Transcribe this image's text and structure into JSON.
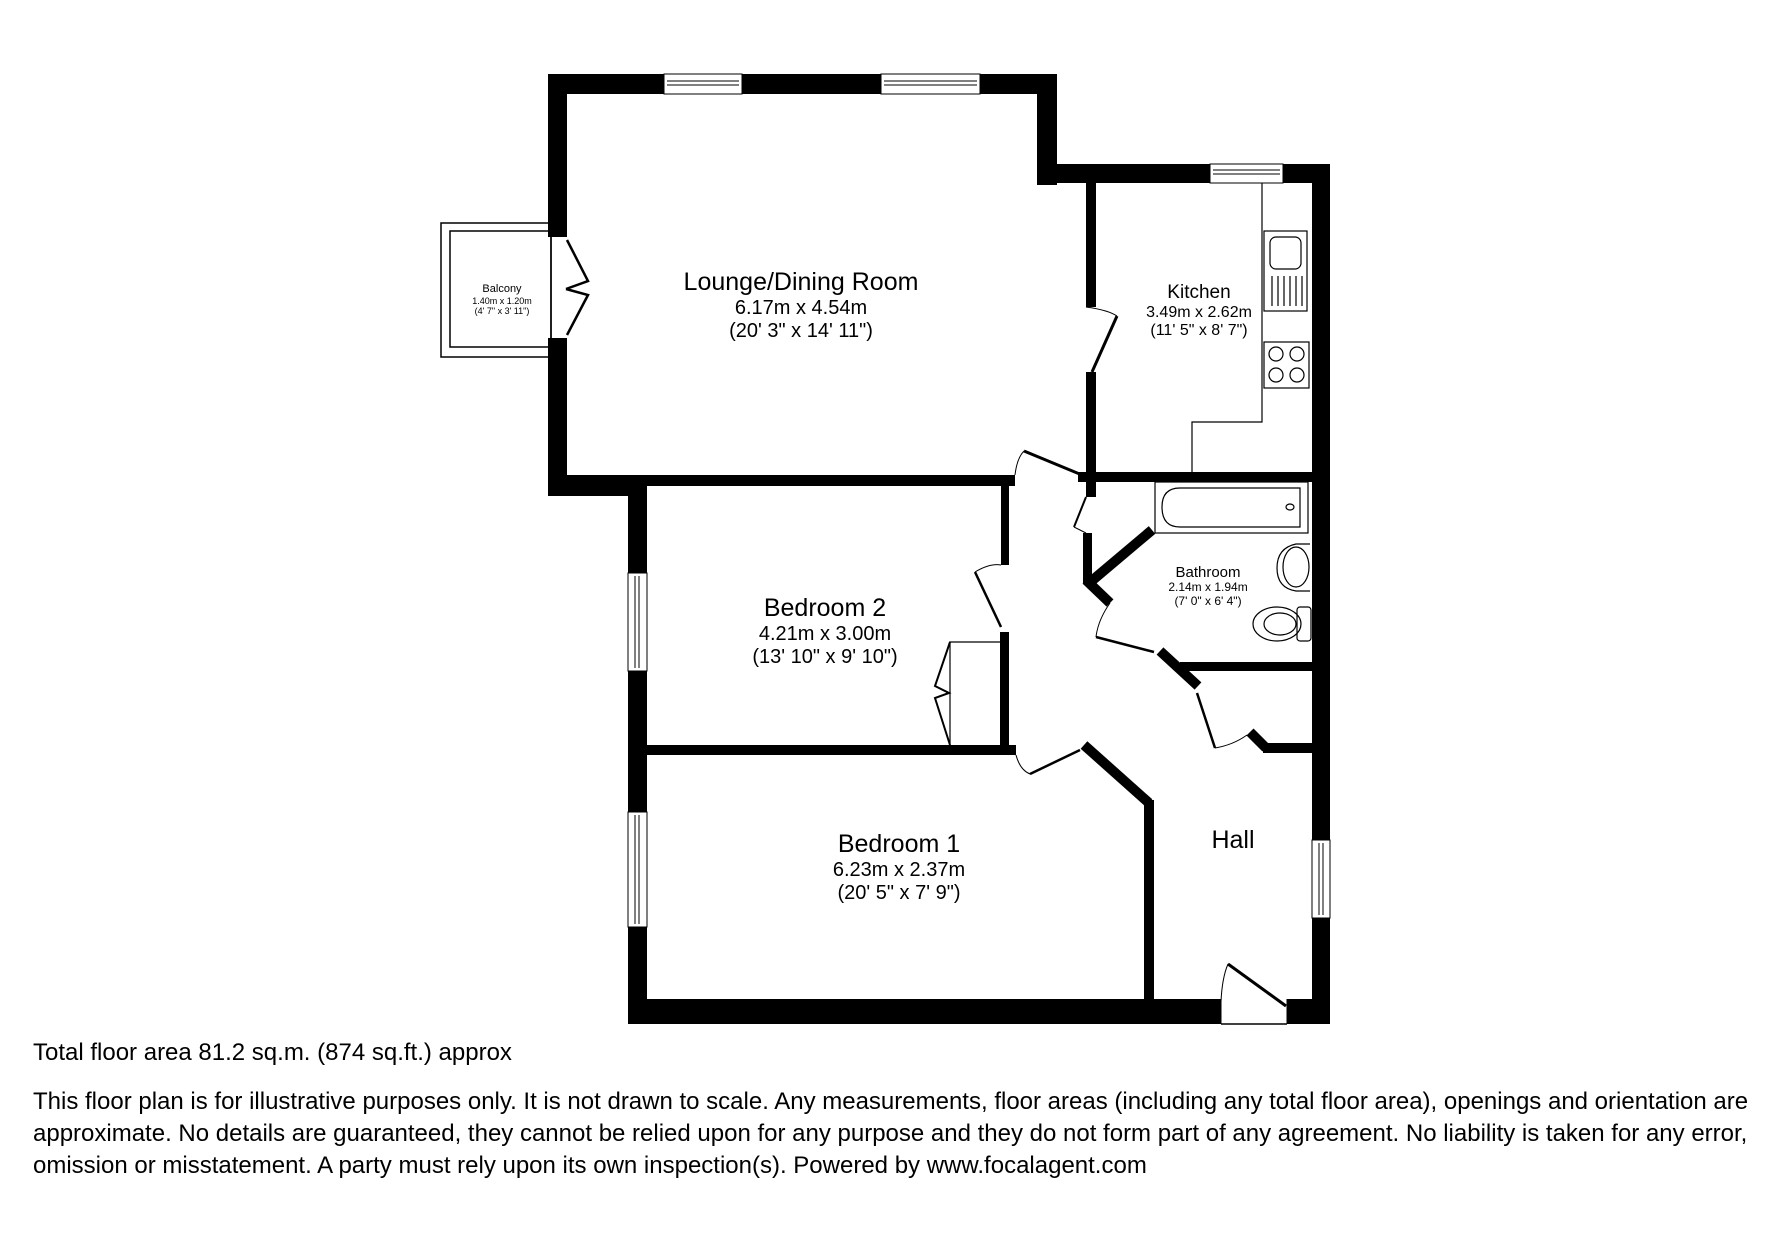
{
  "plan": {
    "rooms": [
      {
        "id": "lounge",
        "name": "Lounge/Dining Room",
        "metric": "6.17m x 4.54m",
        "imperial": "(20' 3\" x 14' 11\")"
      },
      {
        "id": "kitchen",
        "name": "Kitchen",
        "metric": "3.49m x 2.62m",
        "imperial": "(11' 5\" x 8' 7\")"
      },
      {
        "id": "balcony",
        "name": "Balcony",
        "metric": "1.40m x 1.20m",
        "imperial": "(4' 7\" x 3' 11\")"
      },
      {
        "id": "bathroom",
        "name": "Bathroom",
        "metric": "2.14m x 1.94m",
        "imperial": "(7' 0\" x 6' 4\")"
      },
      {
        "id": "bedroom2",
        "name": "Bedroom 2",
        "metric": "4.21m x 3.00m",
        "imperial": "(13' 10\" x 9' 10\")"
      },
      {
        "id": "bedroom1",
        "name": "Bedroom 1",
        "metric": "6.23m x 2.37m",
        "imperial": "(20' 5\" x 7' 9\")"
      },
      {
        "id": "hall",
        "name": "Hall"
      }
    ],
    "colors": {
      "wall": "#000000",
      "background": "#ffffff",
      "fixture_line": "#000000"
    }
  },
  "footer": {
    "total_area": "Total floor area 81.2 sq.m. (874 sq.ft.) approx",
    "disclaimer": "This floor plan is for illustrative purposes only. It is not drawn to scale. Any measurements, floor areas (including any total floor area), openings and orientation are approximate. No details are guaranteed, they cannot be relied upon for any purpose and they do not form part of any agreement. No liability is taken for any error, omission or misstatement. A party must rely upon its own inspection(s). Powered by www.focalagent.com"
  }
}
